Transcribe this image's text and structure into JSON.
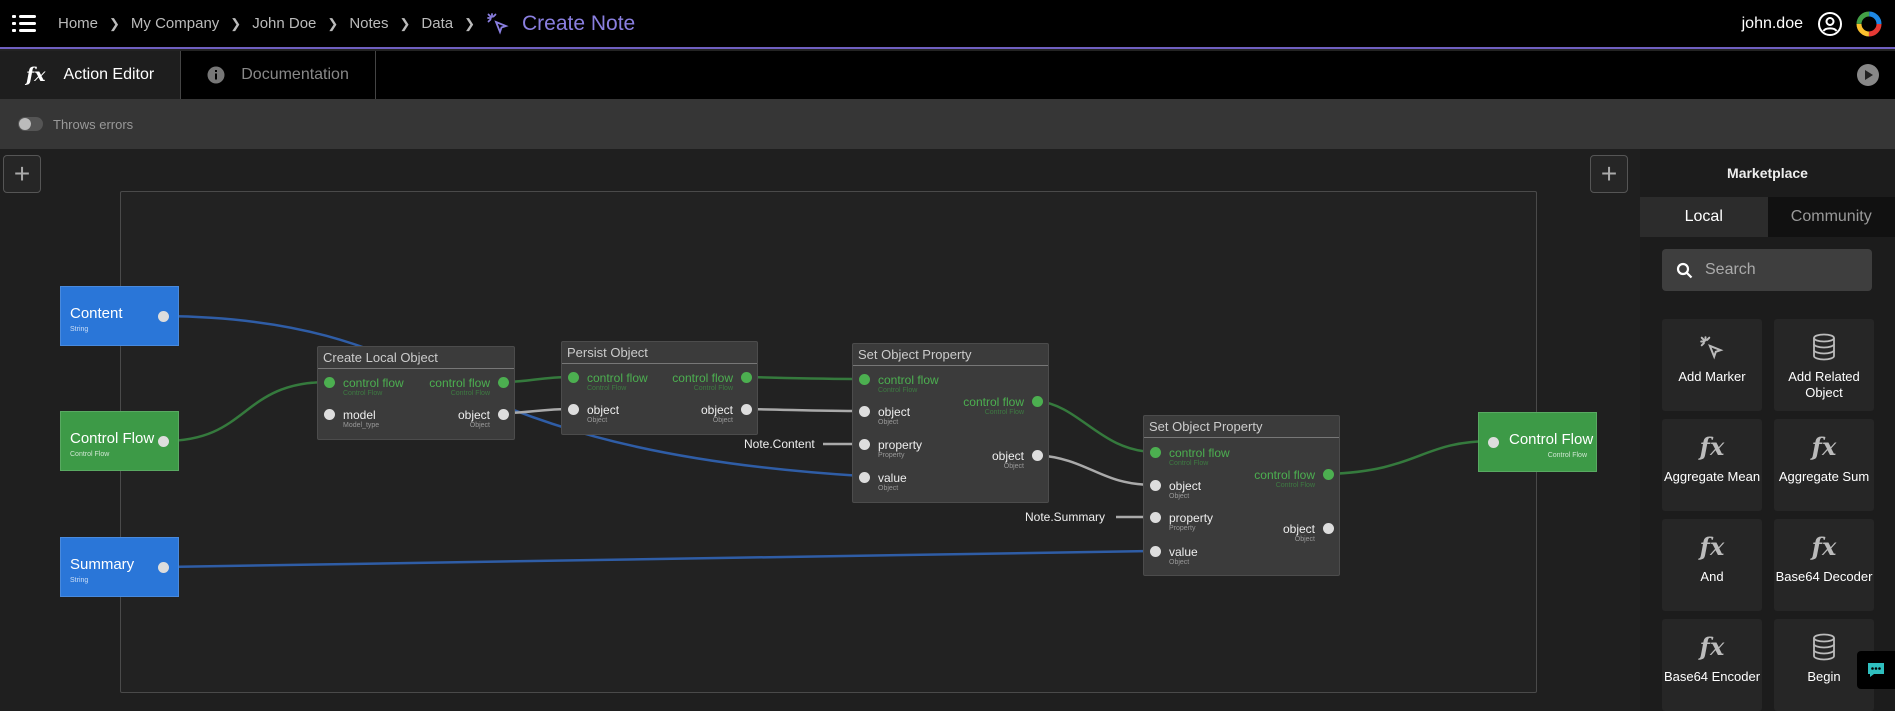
{
  "breadcrumb": {
    "items": [
      "Home",
      "My Company",
      "John Doe",
      "Notes",
      "Data"
    ],
    "current": "Create Note"
  },
  "user": {
    "name": "john.doe"
  },
  "tabs": {
    "editor": "Action Editor",
    "docs": "Documentation"
  },
  "options": {
    "throws_errors": "Throws errors"
  },
  "canvas": {
    "inputs": {
      "content": {
        "label": "Content",
        "type": "String"
      },
      "control_flow": {
        "label": "Control Flow",
        "type": "Control Flow"
      },
      "summary": {
        "label": "Summary",
        "type": "String"
      }
    },
    "output": {
      "label": "Control Flow",
      "type": "Control Flow"
    },
    "create_local": {
      "title": "Create Local Object",
      "in_cf": "control flow",
      "in_cf_type": "Control Flow",
      "model": "model",
      "model_type": "Model_type",
      "out_cf": "control flow",
      "out_cf_type": "Control Flow",
      "out_obj": "object",
      "out_obj_type": "Object"
    },
    "persist": {
      "title": "Persist Object",
      "in_cf": "control flow",
      "in_cf_type": "Control Flow",
      "in_obj": "object",
      "in_obj_type": "Object",
      "out_cf": "control flow",
      "out_cf_type": "Control Flow",
      "out_obj": "object",
      "out_obj_type": "Object"
    },
    "set1": {
      "title": "Set Object Property",
      "in_cf": "control flow",
      "in_cf_type": "Control Flow",
      "in_obj": "object",
      "in_obj_type": "Object",
      "prop": "property",
      "prop_type": "Property",
      "val": "value",
      "val_type": "Object",
      "out_cf": "control flow",
      "out_cf_type": "Control Flow",
      "out_obj": "object",
      "out_obj_type": "Object",
      "const": "Note.Content"
    },
    "set2": {
      "title": "Set Object Property",
      "in_cf": "control flow",
      "in_cf_type": "Control Flow",
      "in_obj": "object",
      "in_obj_type": "Object",
      "prop": "property",
      "prop_type": "Property",
      "val": "value",
      "val_type": "Object",
      "out_cf": "control flow",
      "out_cf_type": "Control Flow",
      "out_obj": "object",
      "out_obj_type": "Object",
      "const": "Note.Summary"
    }
  },
  "marketplace": {
    "title": "Marketplace",
    "tab_local": "Local",
    "tab_community": "Community",
    "search_placeholder": "Search",
    "items": [
      {
        "label": "Add Marker",
        "icon": "cursor-click-icon"
      },
      {
        "label": "Add Related Object",
        "icon": "database-icon"
      },
      {
        "label": "Aggregate Mean",
        "icon": "fx-icon"
      },
      {
        "label": "Aggregate Sum",
        "icon": "fx-icon"
      },
      {
        "label": "And",
        "icon": "fx-icon"
      },
      {
        "label": "Base64 Decoder",
        "icon": "fx-icon"
      },
      {
        "label": "Base64 Encoder",
        "icon": "fx-icon"
      },
      {
        "label": "Begin",
        "icon": "database-icon"
      }
    ]
  },
  "colors": {
    "accent": "#8a7fe0",
    "input_blue": "#2a76d8",
    "flow_green": "#3d9a47",
    "port_green": "#4caf50"
  }
}
